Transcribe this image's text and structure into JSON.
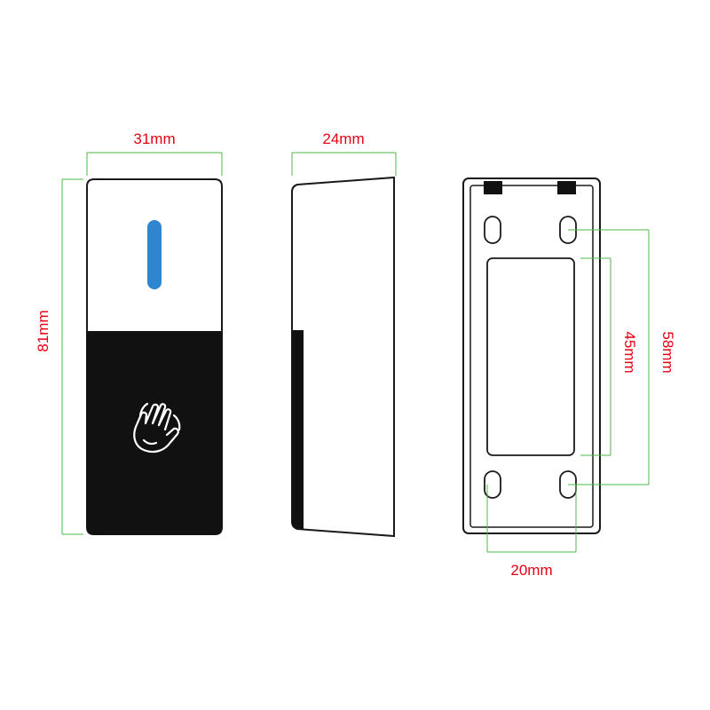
{
  "dimensions": {
    "front_width": "31mm",
    "side_width": "24mm",
    "height": "81mm",
    "hole_spacing_vertical_inner": "45mm",
    "hole_spacing_vertical_outer": "58mm",
    "hole_spacing_horizontal": "20mm"
  },
  "colors": {
    "dimension_text": "#e60012",
    "dimension_line": "#4cb848",
    "outline": "#1a1a1a",
    "indicator": "#2f85d0",
    "panel_dark": "#111111"
  },
  "icons": {
    "touch": "waving-hand-icon",
    "indicator": "led-indicator"
  }
}
